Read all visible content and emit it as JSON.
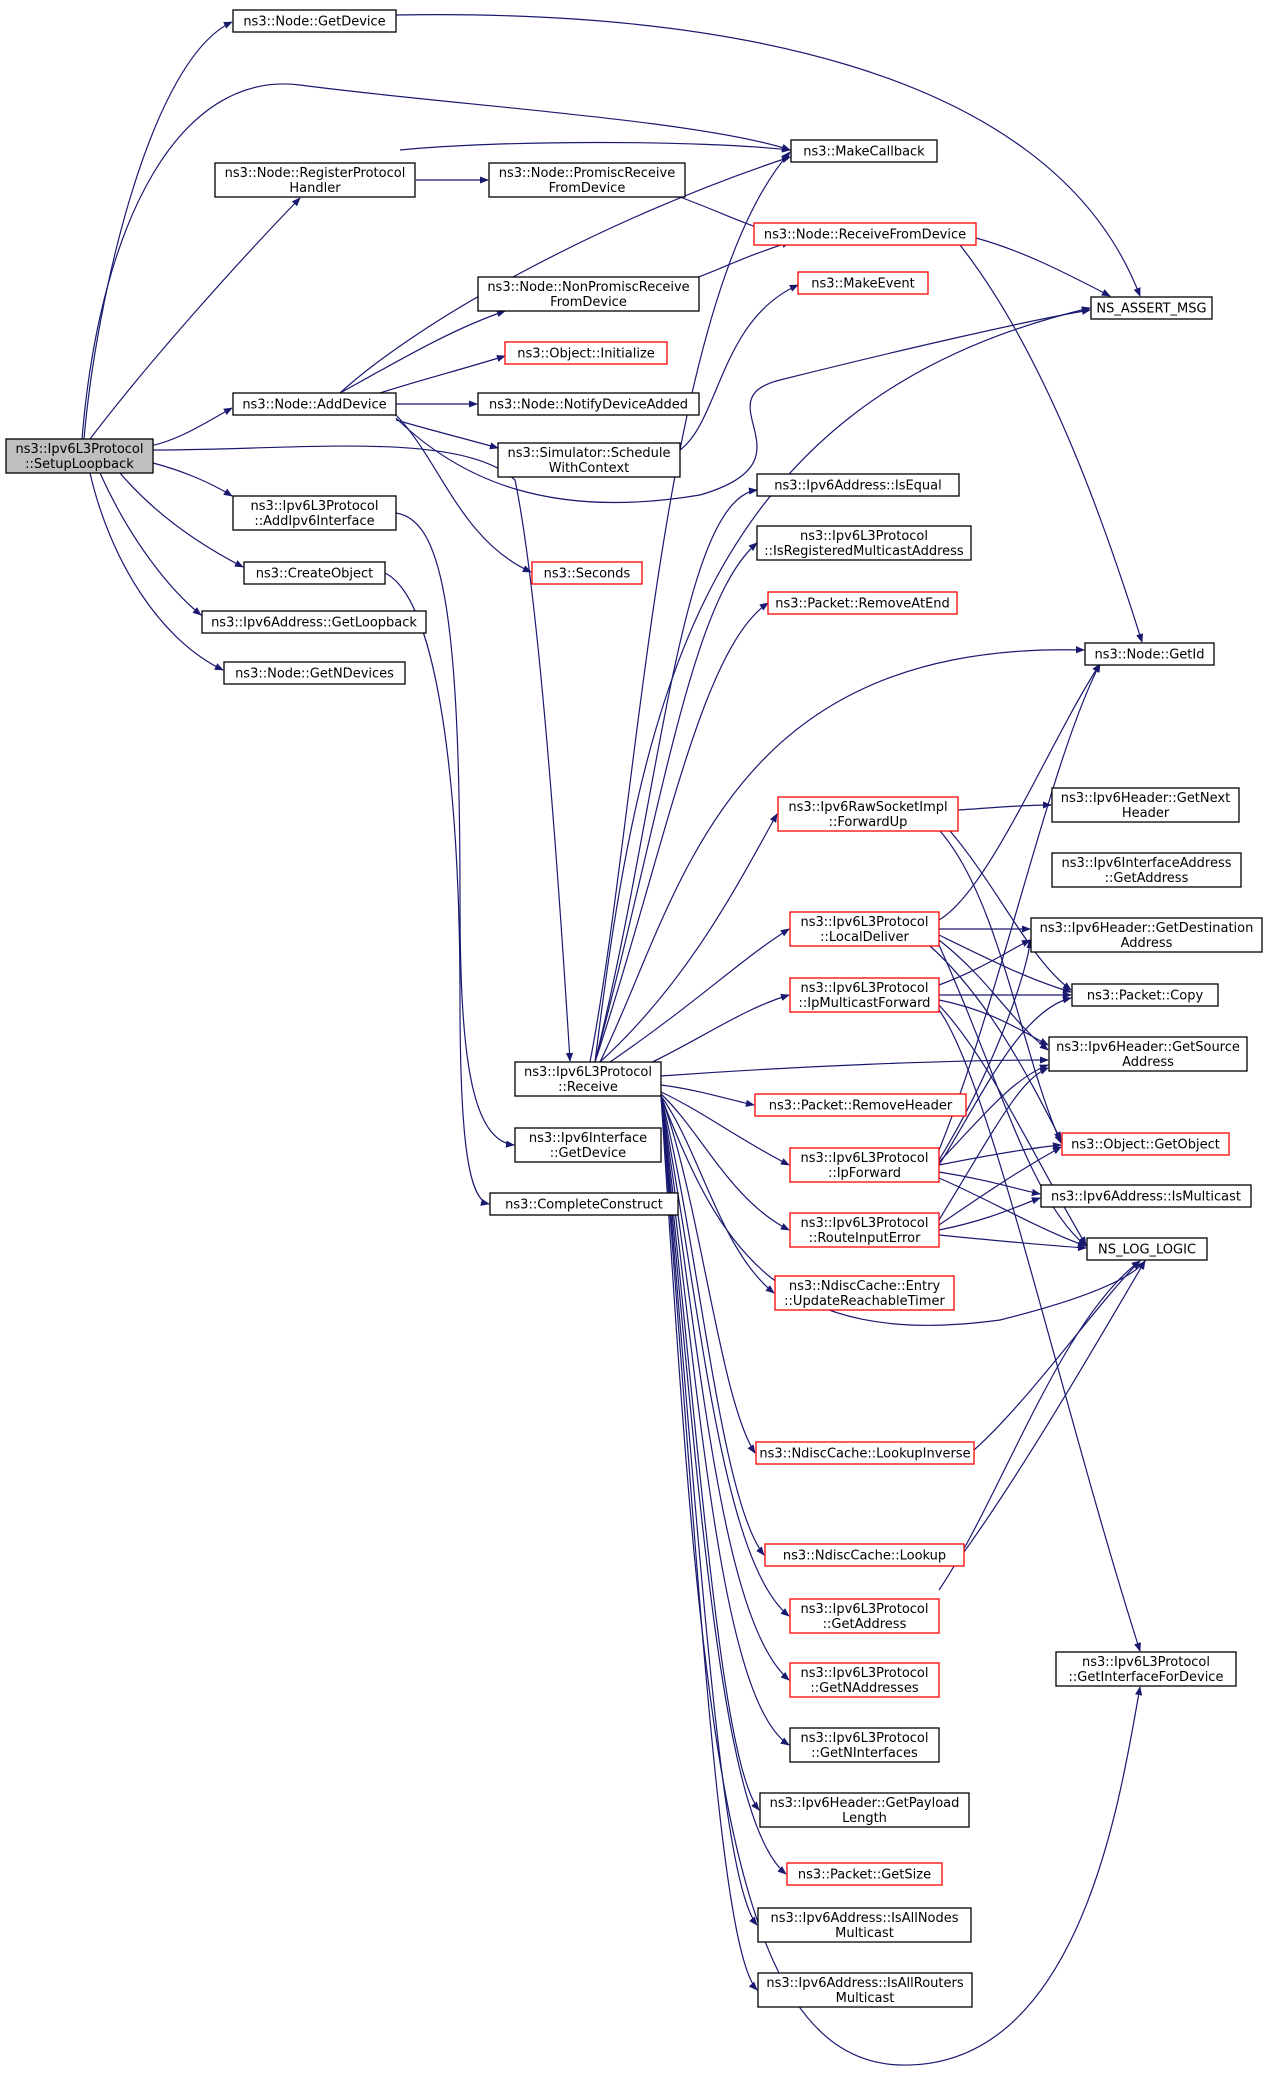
{
  "colors": {
    "edge": "#191970",
    "node_fill": "#ffffff",
    "root_fill": "#bfbfbf",
    "border_black": "#000000",
    "border_red": "#ff0000",
    "text": "#000000"
  },
  "nodes": [
    {
      "id": "root",
      "lines": [
        "ns3::Ipv6L3Protocol",
        "::SetupLoopback"
      ],
      "border": "black",
      "root": true
    },
    {
      "id": "getdevice",
      "lines": [
        "ns3::Node::GetDevice"
      ],
      "border": "black"
    },
    {
      "id": "makecallback",
      "lines": [
        "ns3::MakeCallback"
      ],
      "border": "black"
    },
    {
      "id": "regproto",
      "lines": [
        "ns3::Node::RegisterProtocol",
        "Handler"
      ],
      "border": "black"
    },
    {
      "id": "promisc",
      "lines": [
        "ns3::Node::PromiscReceive",
        "FromDevice"
      ],
      "border": "black"
    },
    {
      "id": "recvfromdev",
      "lines": [
        "ns3::Node::ReceiveFromDevice"
      ],
      "border": "red"
    },
    {
      "id": "makeevent",
      "lines": [
        "ns3::MakeEvent"
      ],
      "border": "red"
    },
    {
      "id": "nonpromisc",
      "lines": [
        "ns3::Node::NonPromiscReceive",
        "FromDevice"
      ],
      "border": "black"
    },
    {
      "id": "assertmsg",
      "lines": [
        "NS_ASSERT_MSG"
      ],
      "border": "black"
    },
    {
      "id": "objinit",
      "lines": [
        "ns3::Object::Initialize"
      ],
      "border": "red"
    },
    {
      "id": "adddevice",
      "lines": [
        "ns3::Node::AddDevice"
      ],
      "border": "black"
    },
    {
      "id": "notifydev",
      "lines": [
        "ns3::Node::NotifyDeviceAdded"
      ],
      "border": "black"
    },
    {
      "id": "schedule",
      "lines": [
        "ns3::Simulator::Schedule",
        "WithContext"
      ],
      "border": "black"
    },
    {
      "id": "isequal",
      "lines": [
        "ns3::Ipv6Address::IsEqual"
      ],
      "border": "black"
    },
    {
      "id": "addiface",
      "lines": [
        "ns3::Ipv6L3Protocol",
        "::AddIpv6Interface"
      ],
      "border": "black"
    },
    {
      "id": "isregmc",
      "lines": [
        "ns3::Ipv6L3Protocol",
        "::IsRegisteredMulticastAddress"
      ],
      "border": "black"
    },
    {
      "id": "createobj",
      "lines": [
        "ns3::CreateObject"
      ],
      "border": "black"
    },
    {
      "id": "seconds",
      "lines": [
        "ns3::Seconds"
      ],
      "border": "red"
    },
    {
      "id": "removeatend",
      "lines": [
        "ns3::Packet::RemoveAtEnd"
      ],
      "border": "red"
    },
    {
      "id": "getloopback",
      "lines": [
        "ns3::Ipv6Address::GetLoopback"
      ],
      "border": "black"
    },
    {
      "id": "getndevices",
      "lines": [
        "ns3::Node::GetNDevices"
      ],
      "border": "black"
    },
    {
      "id": "getid",
      "lines": [
        "ns3::Node::GetId"
      ],
      "border": "black"
    },
    {
      "id": "forwardup",
      "lines": [
        "ns3::Ipv6RawSocketImpl",
        "::ForwardUp"
      ],
      "border": "red"
    },
    {
      "id": "getnexthdr",
      "lines": [
        "ns3::Ipv6Header::GetNext",
        "Header"
      ],
      "border": "black"
    },
    {
      "id": "ifaddrget",
      "lines": [
        "ns3::Ipv6InterfaceAddress",
        "::GetAddress"
      ],
      "border": "black"
    },
    {
      "id": "localdeliver",
      "lines": [
        "ns3::Ipv6L3Protocol",
        "::LocalDeliver"
      ],
      "border": "red"
    },
    {
      "id": "getdest",
      "lines": [
        "ns3::Ipv6Header::GetDestination",
        "Address"
      ],
      "border": "black"
    },
    {
      "id": "ipmcfwd",
      "lines": [
        "ns3::Ipv6L3Protocol",
        "::IpMulticastForward"
      ],
      "border": "red"
    },
    {
      "id": "pktcopy",
      "lines": [
        "ns3::Packet::Copy"
      ],
      "border": "black"
    },
    {
      "id": "getsrc",
      "lines": [
        "ns3::Ipv6Header::GetSource",
        "Address"
      ],
      "border": "black"
    },
    {
      "id": "receive",
      "lines": [
        "ns3::Ipv6L3Protocol",
        "::Receive"
      ],
      "border": "black"
    },
    {
      "id": "removehdr",
      "lines": [
        "ns3::Packet::RemoveHeader"
      ],
      "border": "red"
    },
    {
      "id": "getobject",
      "lines": [
        "ns3::Object::GetObject"
      ],
      "border": "red"
    },
    {
      "id": "ifacegetdev",
      "lines": [
        "ns3::Ipv6Interface",
        "::GetDevice"
      ],
      "border": "black"
    },
    {
      "id": "ipforward",
      "lines": [
        "ns3::Ipv6L3Protocol",
        "::IpForward"
      ],
      "border": "red"
    },
    {
      "id": "ismulticast",
      "lines": [
        "ns3::Ipv6Address::IsMulticast"
      ],
      "border": "black"
    },
    {
      "id": "completeconstruct",
      "lines": [
        "ns3::CompleteConstruct"
      ],
      "border": "black"
    },
    {
      "id": "routeinerr",
      "lines": [
        "ns3::Ipv6L3Protocol",
        "::RouteInputError"
      ],
      "border": "red"
    },
    {
      "id": "loglogic",
      "lines": [
        "NS_LOG_LOGIC"
      ],
      "border": "black"
    },
    {
      "id": "updreach",
      "lines": [
        "ns3::NdiscCache::Entry",
        "::UpdateReachableTimer"
      ],
      "border": "red"
    },
    {
      "id": "lookupinv",
      "lines": [
        "ns3::NdiscCache::LookupInverse"
      ],
      "border": "red"
    },
    {
      "id": "lookup",
      "lines": [
        "ns3::NdiscCache::Lookup"
      ],
      "border": "red"
    },
    {
      "id": "getaddress",
      "lines": [
        "ns3::Ipv6L3Protocol",
        "::GetAddress"
      ],
      "border": "red"
    },
    {
      "id": "getifacefordev",
      "lines": [
        "ns3::Ipv6L3Protocol",
        "::GetInterfaceForDevice"
      ],
      "border": "black"
    },
    {
      "id": "getnaddr",
      "lines": [
        "ns3::Ipv6L3Protocol",
        "::GetNAddresses"
      ],
      "border": "red"
    },
    {
      "id": "getnifaces",
      "lines": [
        "ns3::Ipv6L3Protocol",
        "::GetNInterfaces"
      ],
      "border": "black"
    },
    {
      "id": "getpayload",
      "lines": [
        "ns3::Ipv6Header::GetPayload",
        "Length"
      ],
      "border": "black"
    },
    {
      "id": "getsize",
      "lines": [
        "ns3::Packet::GetSize"
      ],
      "border": "red"
    },
    {
      "id": "isallnodes",
      "lines": [
        "ns3::Ipv6Address::IsAllNodes",
        "Multicast"
      ],
      "border": "black"
    },
    {
      "id": "isallrouters",
      "lines": [
        "ns3::Ipv6Address::IsAllRouters",
        "Multicast"
      ],
      "border": "black"
    }
  ]
}
